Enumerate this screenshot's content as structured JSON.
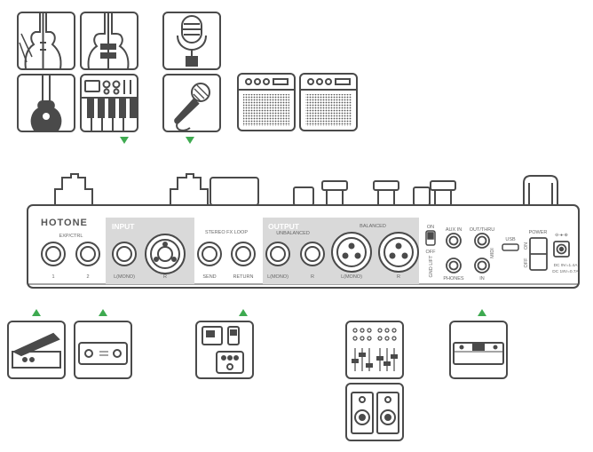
{
  "brand": "HOTONE",
  "labels": {
    "expctrl": "EXP/CTRL",
    "exp1": "1",
    "exp2": "2",
    "input_title": "INPUT",
    "input_l": "L(MONO)",
    "input_r": "R",
    "fx_title": "STEREO FX LOOP",
    "fx_send": "SEND",
    "fx_return": "RETURN",
    "output_title": "OUTPUT",
    "unbalanced": "UNBALANCED",
    "balanced": "BALANCED",
    "out_unbal_l": "L(MONO)",
    "out_unbal_r": "R",
    "out_bal_l": "L(MONO)",
    "out_bal_r": "R",
    "ground_on": "ON",
    "ground_off": "OFF",
    "ground_lift": "GND LIFT",
    "aux_in": "AUX IN",
    "phones": "PHONES",
    "out_thru": "OUT/THRU",
    "midi": "MIDI",
    "midi_in": "IN",
    "usb": "USB",
    "power": "POWER",
    "power_on": "ON",
    "power_off": "OFF",
    "dc1": "DC  9V=1.4A",
    "dc2": "DC 18V=0.7A"
  },
  "colors": {
    "line": "#4a4a4a",
    "panel_fill": "#d9d9d9",
    "arrow": "#3eaa50",
    "label": "#666666"
  },
  "icons": [
    "electric-guitar-icon",
    "bass-guitar-icon",
    "acoustic-guitar-icon",
    "keyboard-synth-icon",
    "studio-microphone-icon",
    "handheld-microphone-icon",
    "amplifier-icon",
    "expression-pedal-icon",
    "footswitch-icon",
    "effects-pedal-icon",
    "mixer-icon",
    "studio-monitor-icon",
    "midi-device-icon"
  ]
}
